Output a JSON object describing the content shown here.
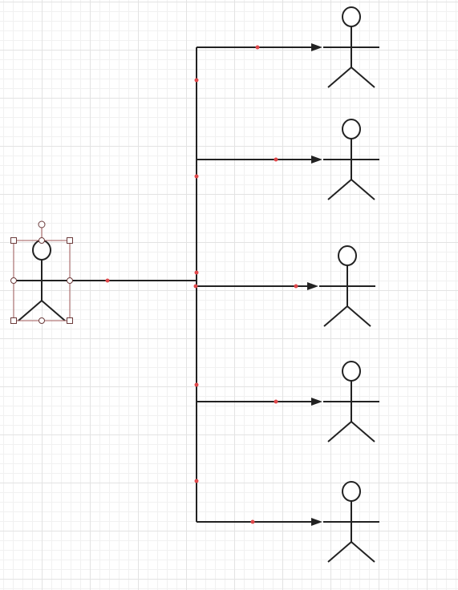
{
  "diagram": {
    "shape_type": "actor",
    "source_actor": {
      "label": "",
      "selected": true
    },
    "target_actors": [
      {
        "label": ""
      },
      {
        "label": ""
      },
      {
        "label": ""
      },
      {
        "label": ""
      },
      {
        "label": ""
      }
    ],
    "connector": {
      "style": "orthogonal",
      "end_arrow": "block"
    },
    "colors": {
      "stroke": "#222222",
      "waypoint": "#e0484b",
      "selection": "#a05a5a",
      "grid_major": "#e3e3e3",
      "grid_minor": "#f1f1f1"
    }
  }
}
